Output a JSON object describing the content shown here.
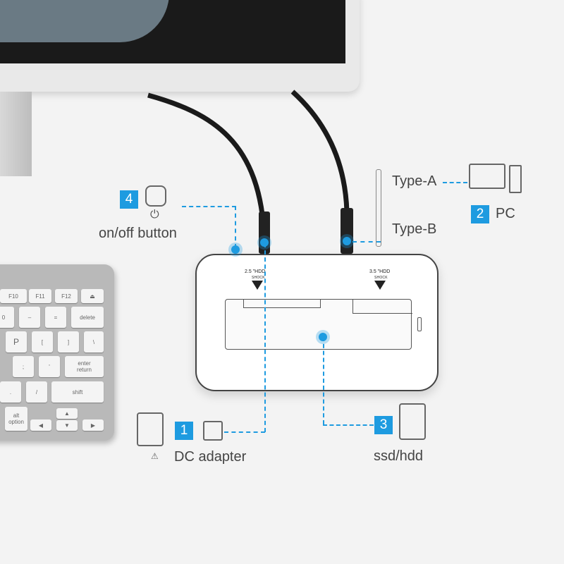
{
  "accent_color": "#1e9be0",
  "dock": {
    "slot_25_label": "2.5 \"HDD",
    "slot_35_label": "3.5 \"HDD",
    "shock_label": "SHOCK"
  },
  "callouts": {
    "power": {
      "number": "4",
      "label": "on/off button",
      "icon": "power-button-icon"
    },
    "pc": {
      "number": "2",
      "label": "PC",
      "icon": "desktop-computer-icon",
      "type_a": "Type-A",
      "type_b": "Type-B"
    },
    "dc": {
      "number": "1",
      "label": "DC adapter",
      "icon": "dc-port-icon"
    },
    "drive": {
      "number": "3",
      "label": "ssd/hdd",
      "icon": "hard-disk-icon"
    }
  },
  "keyboard": {
    "keys": [
      "F10",
      "F11",
      "F12",
      "⏏",
      "0",
      "–",
      "=",
      "delete",
      "P",
      "[",
      "]",
      "\\",
      ";",
      "'",
      "enter",
      "return",
      ".",
      "/",
      "shift",
      "alt",
      "option",
      "◀",
      "▲",
      "▼",
      "▶"
    ]
  }
}
